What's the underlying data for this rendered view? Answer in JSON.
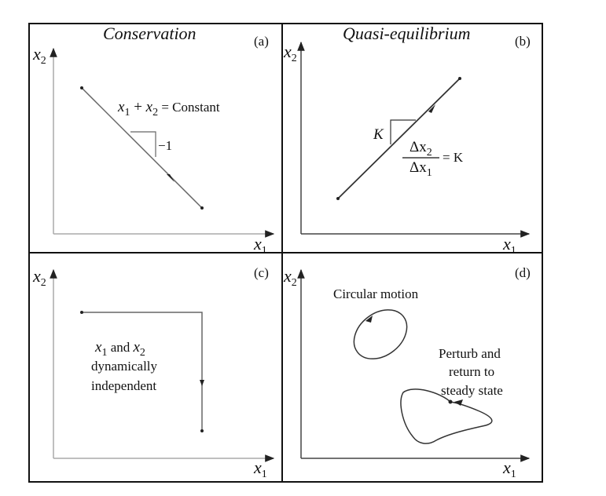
{
  "panels": {
    "a": {
      "tag": "(a)",
      "title": "Conservation",
      "equation": {
        "x1": "x",
        "s1": "1",
        "plus": " + ",
        "x2": "x",
        "s2": "2",
        "rest": " = Constant"
      },
      "slope": "−1"
    },
    "b": {
      "tag": "(b)",
      "title": "Quasi-equilibrium",
      "k_label": "K",
      "fraction": {
        "num": "Δx",
        "num_sub": "2",
        "den": "Δx",
        "den_sub": "1",
        "rhs": "= K"
      }
    },
    "c": {
      "tag": "(c)",
      "line1": {
        "a": "x",
        "a_sub": "1",
        "and": " and ",
        "b": "x",
        "b_sub": "2"
      },
      "line2": "dynamically",
      "line3": "independent"
    },
    "d": {
      "tag": "(d)",
      "circular": "Circular motion",
      "perturb1": "Perturb and",
      "perturb2": "return to",
      "perturb3": "steady state"
    }
  },
  "axes": {
    "x_var": "x",
    "x_sub": "1",
    "y_var": "x",
    "y_sub": "2"
  }
}
